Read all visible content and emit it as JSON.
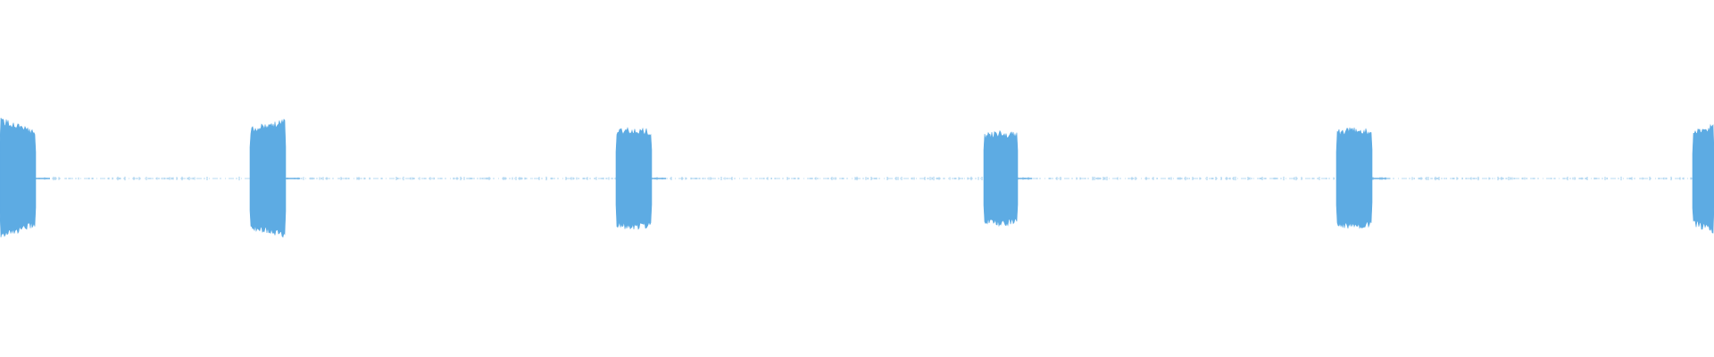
{
  "waveform": {
    "color": "#5DABE3",
    "background": "#ffffff",
    "bursts": [
      {
        "level": 0.62,
        "taper": "fade-out"
      },
      {
        "level": 0.6,
        "taper": "rise"
      },
      {
        "level": 0.54,
        "taper": "flat"
      },
      {
        "level": 0.5,
        "taper": "flat"
      },
      {
        "level": 0.54,
        "taper": "flat"
      },
      {
        "level": 0.55,
        "taper": "rise"
      }
    ],
    "noise_level": 0.01
  }
}
